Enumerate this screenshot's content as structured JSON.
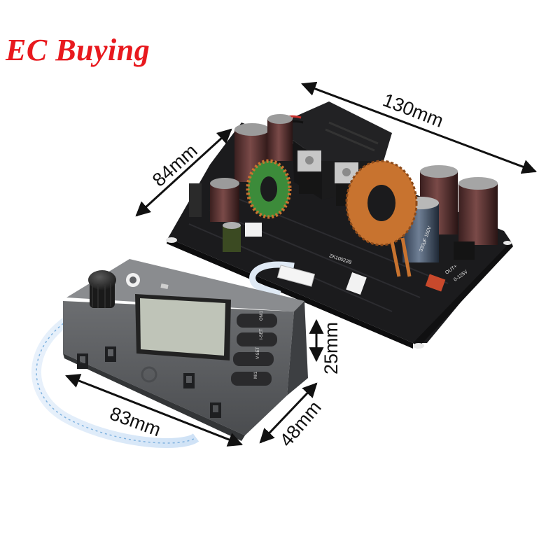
{
  "brand": {
    "name": "EC Buying",
    "color": "#e8191e"
  },
  "dimensions": {
    "board_length": "130mm",
    "board_width": "84mm",
    "display_depth": "25mm",
    "display_length": "83mm",
    "display_width": "48mm"
  },
  "board_labels": {
    "model": "ZK10022B",
    "output": "OUT+",
    "output_range": "0-125V",
    "capacitor_value": "330µF 160V"
  },
  "display_buttons": [
    "ON/1",
    "I-SET",
    "V-SET",
    "M/1"
  ],
  "colors": {
    "pcb": "#1b1b1d",
    "enclosure": "#5f6164",
    "lcd": "#bfc4b8",
    "copper": "#c8732f"
  }
}
